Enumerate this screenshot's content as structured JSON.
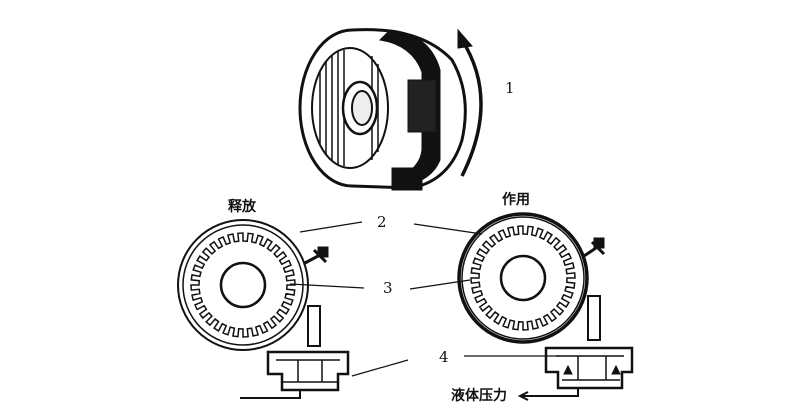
{
  "labels": {
    "drum_rotation": "1",
    "band": "2",
    "drum": "3",
    "servo": "4"
  },
  "states": {
    "released": "释放",
    "applied": "作用"
  },
  "pressure": "液体压力",
  "colors": {
    "ink": "#111111",
    "paper": "#ffffff"
  }
}
